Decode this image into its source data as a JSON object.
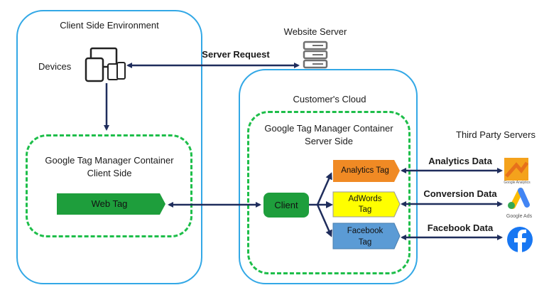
{
  "client_env": {
    "title": "Client Side Environment",
    "devices_label": "Devices"
  },
  "server": {
    "label": "Website Server",
    "request_label": "Server Request"
  },
  "customer_cloud": {
    "title": "Customer's Cloud"
  },
  "gtm_client": {
    "line1": "Google Tag Manager Container",
    "line2": "Client Side",
    "web_tag": "Web Tag"
  },
  "gtm_server": {
    "line1": "Google Tag Manager Container",
    "line2": "Server Side",
    "client": "Client"
  },
  "tags": {
    "analytics": "Analytics Tag",
    "adwords_line1": "AdWords",
    "adwords_line2": "Tag",
    "facebook_line1": "Facebook",
    "facebook_line2": "Tag"
  },
  "third_party": {
    "title": "Third Party Servers",
    "analytics_data": "Analytics Data",
    "conversion_data": "Conversion Data",
    "facebook_data": "Facebook Data",
    "google_analytics_caption": "Google Analytics",
    "google_ads_caption": "Google Ads"
  },
  "colors": {
    "env_border": "#33a8e6",
    "gtm_border": "#1ebe4a",
    "arrow": "#1f2d5c",
    "web_tag": "#1e9e3c",
    "client": "#1e9e3c",
    "analytics_tag": "#f08a24",
    "adwords_tag": "#ffff00",
    "facebook_tag": "#5b9bd5"
  }
}
